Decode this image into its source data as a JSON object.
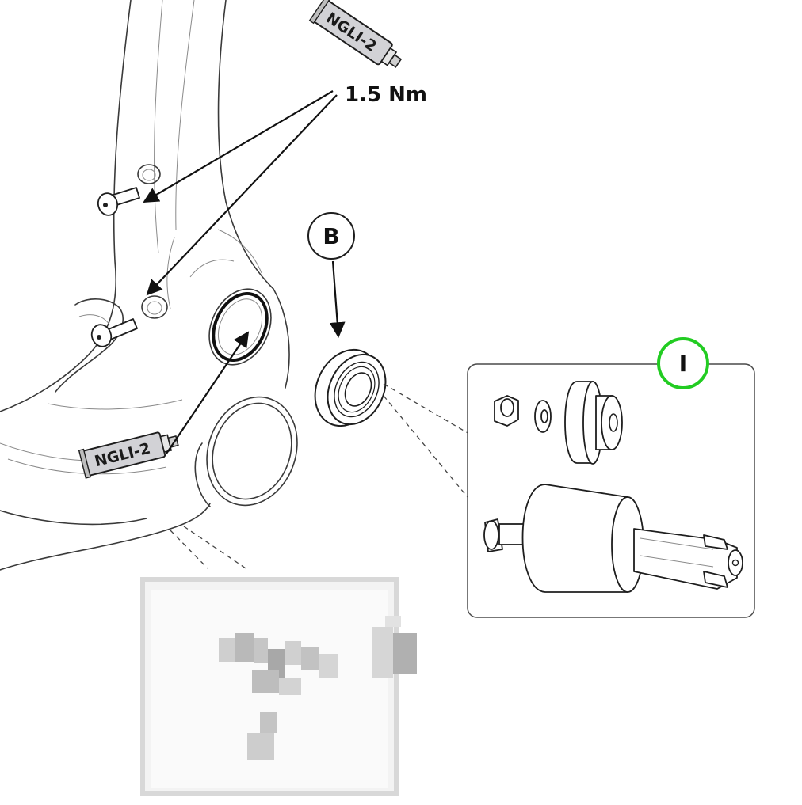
{
  "callouts": {
    "torque": "1.5 Nm",
    "grease_top": "NGLI-2",
    "grease_bottom": "NGLI-2",
    "label_b": "B",
    "label_i": "I"
  },
  "colors": {
    "line": "#1e1e1e",
    "highlight_circle": "#22cc22",
    "blur_block": "#d9d9d9"
  },
  "icons": [
    "grease-tube-icon",
    "bolt-icon",
    "bearing-icon",
    "press-tool-icon"
  ]
}
